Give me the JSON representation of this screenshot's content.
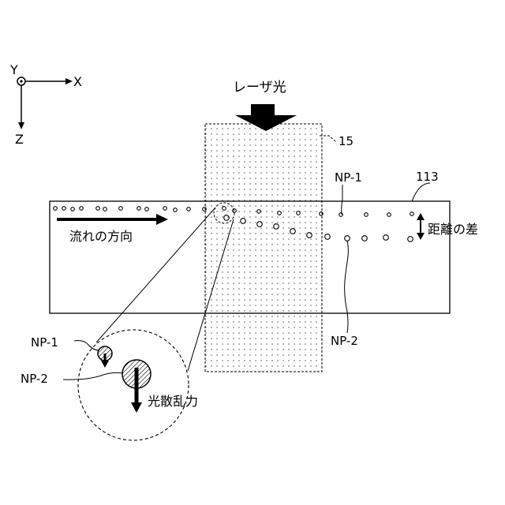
{
  "axes": {
    "y": "Y",
    "x": "X",
    "z": "Z"
  },
  "laser_label": "レーザ光",
  "ref_15": "15",
  "ref_113": "113",
  "np1": "NP-1",
  "np2": "NP-2",
  "flow_label": "流れの方向",
  "distance_label": "距離の差",
  "force_label": "光散乱力"
}
